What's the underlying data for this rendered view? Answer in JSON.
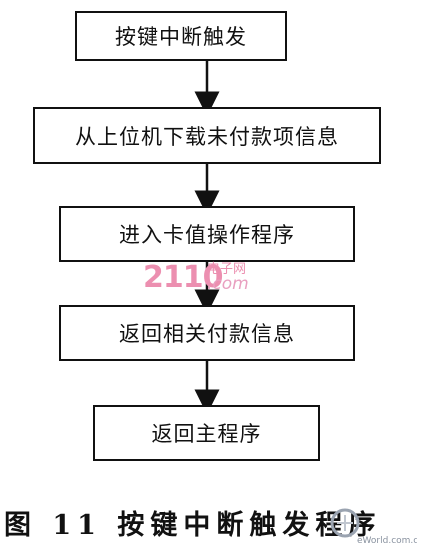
{
  "diagram": {
    "nodes": [
      {
        "id": "box-1",
        "label": "按键中断触发"
      },
      {
        "id": "box-2",
        "label": "从上位机下载未付款项信息"
      },
      {
        "id": "box-3",
        "label": "进入卡值操作程序"
      },
      {
        "id": "box-4",
        "label": "返回相关付款信息"
      },
      {
        "id": "box-5",
        "label": "返回主程序"
      }
    ],
    "edges": [
      {
        "from": "box-1",
        "to": "box-2"
      },
      {
        "from": "box-2",
        "to": "box-3"
      },
      {
        "from": "box-3",
        "to": "box-4"
      },
      {
        "from": "box-4",
        "to": "box-5"
      }
    ]
  },
  "caption": "图 11  按键中断触发程序",
  "watermark": {
    "main": "2110",
    "top": "电子网",
    "sub": ".com",
    "color": "#ec8fb0"
  },
  "corner_logo": {
    "text": "eWorld.com.cn"
  }
}
